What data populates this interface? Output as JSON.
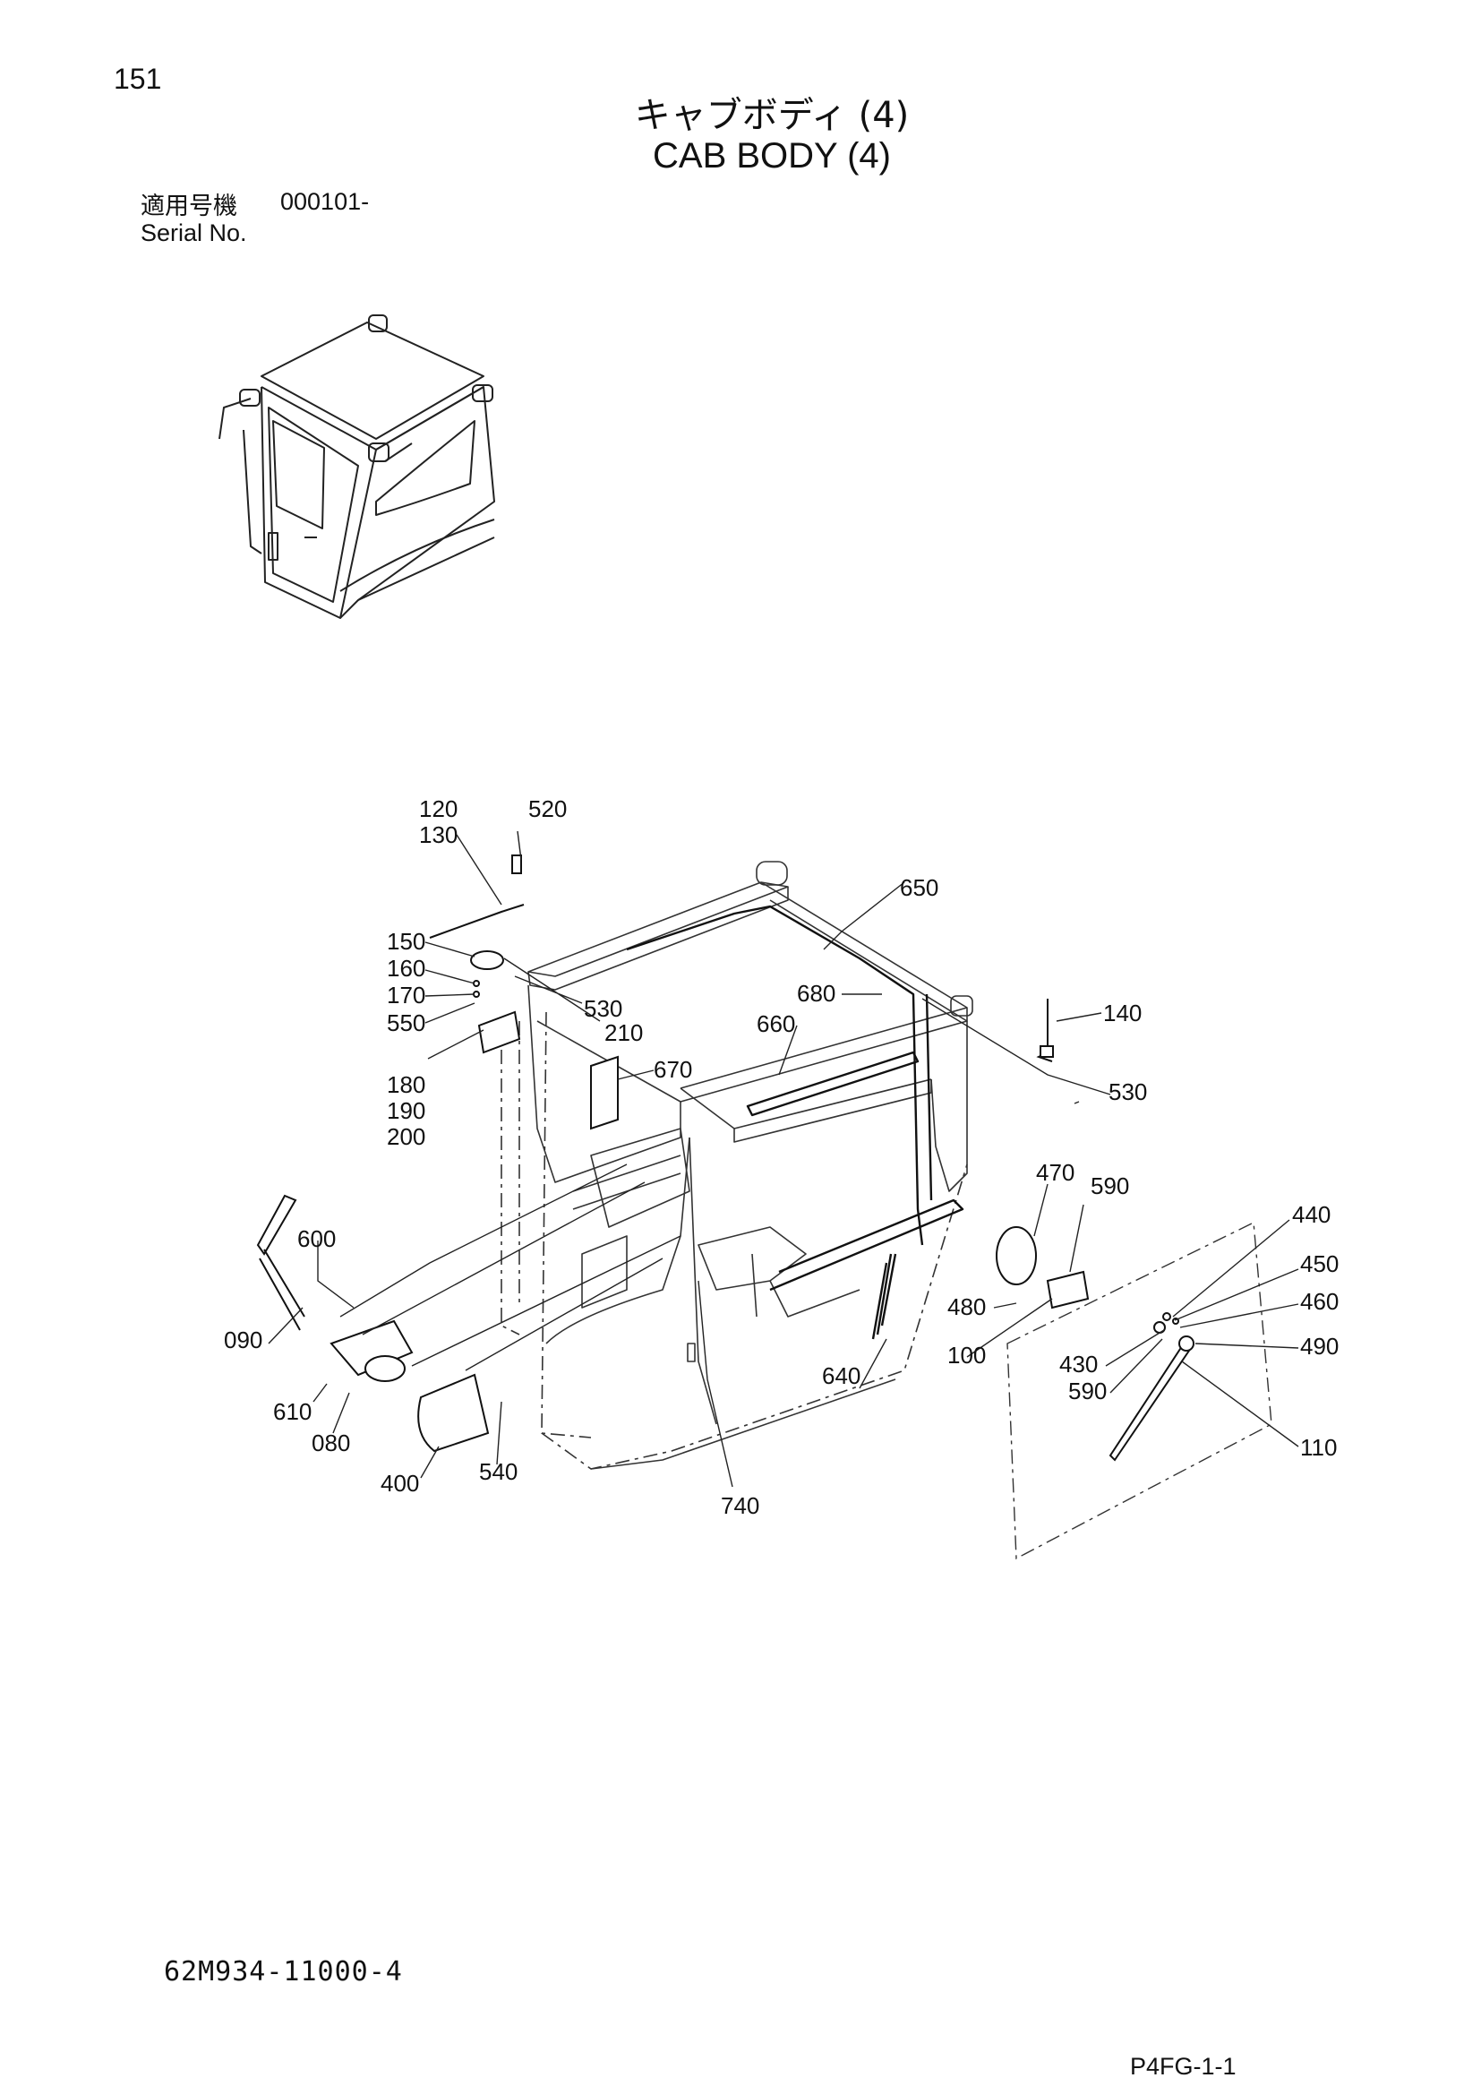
{
  "header": {
    "page_number": "151",
    "title_jp": "キャブボディ (4)",
    "title_en": "CAB BODY (4)",
    "serial_label_jp": "適用号機",
    "serial_value": "000101-",
    "serial_label_en": "Serial No."
  },
  "callouts": [
    {
      "id": "c120",
      "label": "120"
    },
    {
      "id": "c130",
      "label": "130"
    },
    {
      "id": "c520",
      "label": "520"
    },
    {
      "id": "c650",
      "label": "650"
    },
    {
      "id": "c150",
      "label": "150"
    },
    {
      "id": "c160",
      "label": "160"
    },
    {
      "id": "c170",
      "label": "170"
    },
    {
      "id": "c550",
      "label": "550"
    },
    {
      "id": "c530a",
      "label": "530"
    },
    {
      "id": "c210",
      "label": "210"
    },
    {
      "id": "c680",
      "label": "680"
    },
    {
      "id": "c660",
      "label": "660"
    },
    {
      "id": "c670",
      "label": "670"
    },
    {
      "id": "c140",
      "label": "140"
    },
    {
      "id": "c180",
      "label": "180"
    },
    {
      "id": "c190",
      "label": "190"
    },
    {
      "id": "c200",
      "label": "200"
    },
    {
      "id": "c530b",
      "label": "530"
    },
    {
      "id": "c470",
      "label": "470"
    },
    {
      "id": "c590a",
      "label": "590"
    },
    {
      "id": "c440",
      "label": "440"
    },
    {
      "id": "c600",
      "label": "600"
    },
    {
      "id": "c450",
      "label": "450"
    },
    {
      "id": "c460",
      "label": "460"
    },
    {
      "id": "c480",
      "label": "480"
    },
    {
      "id": "c090",
      "label": "090"
    },
    {
      "id": "c100",
      "label": "100"
    },
    {
      "id": "c490",
      "label": "490"
    },
    {
      "id": "c430",
      "label": "430"
    },
    {
      "id": "c640",
      "label": "640"
    },
    {
      "id": "c590b",
      "label": "590"
    },
    {
      "id": "c610",
      "label": "610"
    },
    {
      "id": "c080",
      "label": "080"
    },
    {
      "id": "c110",
      "label": "110"
    },
    {
      "id": "c540",
      "label": "540"
    },
    {
      "id": "c400",
      "label": "400"
    },
    {
      "id": "c740",
      "label": "740"
    }
  ],
  "footer": {
    "doc_code": "62M934-11000-4",
    "page_code": "P4FG-1-1"
  }
}
